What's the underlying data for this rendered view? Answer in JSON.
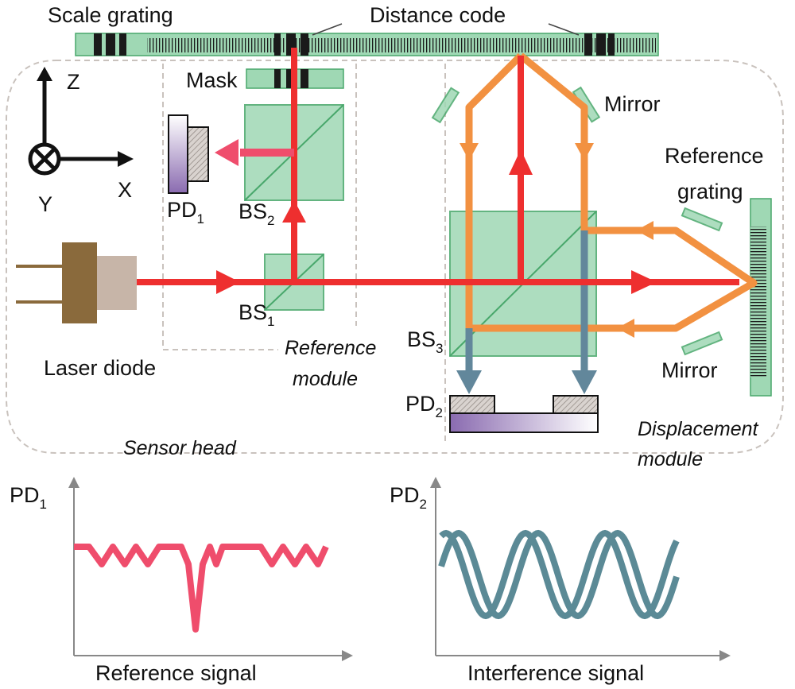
{
  "colors": {
    "laser_red": "#ee2f2f",
    "orange_beam": "#f29141",
    "steel_beam": "#62879b",
    "green_optics": "#9fd8b4",
    "ref_signal": "#ef4d6c",
    "interference_signal": "#5b8a96",
    "photodiode_fill": "#8a6bb0"
  },
  "labels": {
    "scale_grating": "Scale grating",
    "distance_code": "Distance code",
    "mask": "Mask",
    "mirror_top": "Mirror",
    "mirror_bottom": "Mirror",
    "reference_grating_line1": "Reference",
    "reference_grating_line2": "grating",
    "axis_z": "Z",
    "axis_x": "X",
    "axis_y": "Y",
    "pd1": "PD",
    "pd1_sub": "1",
    "pd2": "PD",
    "pd2_sub": "2",
    "bs1": "BS",
    "bs1_sub": "1",
    "bs2": "BS",
    "bs2_sub": "2",
    "bs3": "BS",
    "bs3_sub": "3",
    "laser_diode": "Laser diode",
    "reference_module_line1": "Reference",
    "reference_module_line2": "module",
    "sensor_head": "Sensor head",
    "displacement_module_line1": "Displacement",
    "displacement_module_line2": "module"
  },
  "plots": {
    "left": {
      "ylabel": "PD",
      "ylabel_sub": "1",
      "xlabel": "Reference signal"
    },
    "right": {
      "ylabel": "PD",
      "ylabel_sub": "2",
      "xlabel": "Interference signal"
    }
  },
  "icons": [
    "axis-arrows-icon",
    "y-into-page-icon",
    "laser-diode-icon",
    "photodiode-icon",
    "arrowhead-icon"
  ]
}
